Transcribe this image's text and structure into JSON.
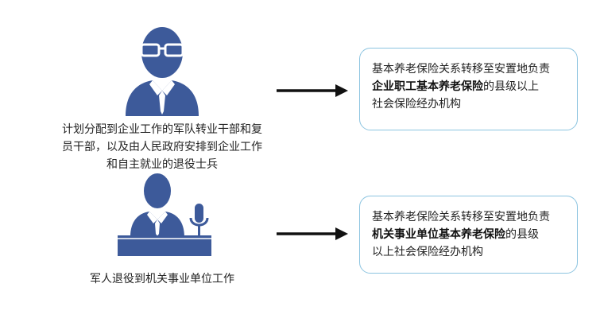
{
  "colors": {
    "icon": "#3d5a9a",
    "icon_highlight": "#ffffff",
    "box_border": "#8cc4e0",
    "arrow": "#111111"
  },
  "groups": [
    {
      "icon": "officer-with-glasses-icon",
      "caption_lines": [
        "计划分配到企业工作的军队转业干部和复",
        "员干部，以及由人民政府安排到企业工作",
        "和自主就业的退役士兵"
      ],
      "box": {
        "line1": "基本养老保险关系转移至安置地负责",
        "line2_bold": "企业职工基本养老保险",
        "line2_rest": "的县级以上",
        "line3": "社会保险经办机构"
      }
    },
    {
      "icon": "speaker-at-podium-icon",
      "caption_lines": [
        "军人退役到机关事业单位工作"
      ],
      "box": {
        "line1": "基本养老保险关系转移至安置地负责",
        "line2_bold": "机关事业单位基本养老保险",
        "line2_rest": "的县级",
        "line3": "以上社会保险经办机构"
      }
    }
  ]
}
